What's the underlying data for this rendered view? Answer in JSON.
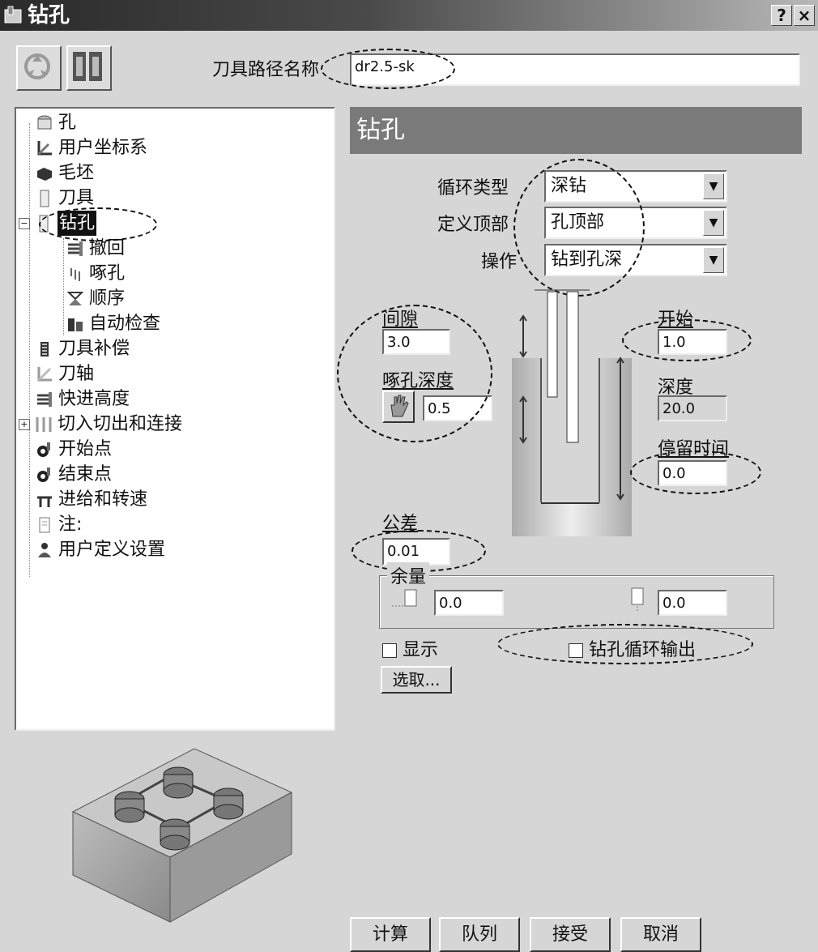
{
  "window": {
    "title": "钻孔",
    "help_btn": "?",
    "close_btn": "×"
  },
  "path_name": {
    "label": "刀具路径名称",
    "value": "dr2.5-sk"
  },
  "tree": {
    "items": [
      {
        "label": "孔"
      },
      {
        "label": "用户坐标系"
      },
      {
        "label": "毛坯"
      },
      {
        "label": "刀具"
      },
      {
        "label": "钻孔"
      },
      {
        "label": "撤回"
      },
      {
        "label": "啄孔"
      },
      {
        "label": "顺序"
      },
      {
        "label": "自动检查"
      },
      {
        "label": "刀具补偿"
      },
      {
        "label": "刀轴"
      },
      {
        "label": "快进高度"
      },
      {
        "label": "切入切出和连接"
      },
      {
        "label": "开始点"
      },
      {
        "label": "结束点"
      },
      {
        "label": "进给和转速"
      },
      {
        "label": "注:"
      },
      {
        "label": "用户定义设置"
      }
    ],
    "expand_minus": "−",
    "expand_plus": "+"
  },
  "panel": {
    "header": "钻孔",
    "cycle_type": {
      "label": "循环类型",
      "value": "深钻"
    },
    "define_top": {
      "label": "定义顶部",
      "value": "孔顶部"
    },
    "operation": {
      "label": "操作",
      "value": "钻到孔深"
    },
    "clearance": {
      "label": "间隙",
      "value": "3.0"
    },
    "peck_depth": {
      "label": "啄孔深度",
      "value": "0.5"
    },
    "start": {
      "label": "开始",
      "value": "1.0"
    },
    "depth": {
      "label": "深度",
      "value": "20.0"
    },
    "dwell_time": {
      "label": "停留时间",
      "value": "0.0"
    },
    "tolerance": {
      "label": "公差",
      "value": "0.01"
    },
    "allowance": {
      "label": "余量",
      "radial": "0.0",
      "axial": "0.0"
    },
    "show": {
      "label": "显示"
    },
    "cycle_output": {
      "label": "钻孔循环输出"
    },
    "pick_btn": "选取..."
  },
  "buttons": {
    "calculate": "计算",
    "queue": "队列",
    "accept": "接受",
    "cancel": "取消"
  },
  "colors": {
    "titlebar_dark": "#2a2a2a",
    "header": "#7a7a7a",
    "dialog_bg": "#d6d6d6"
  }
}
